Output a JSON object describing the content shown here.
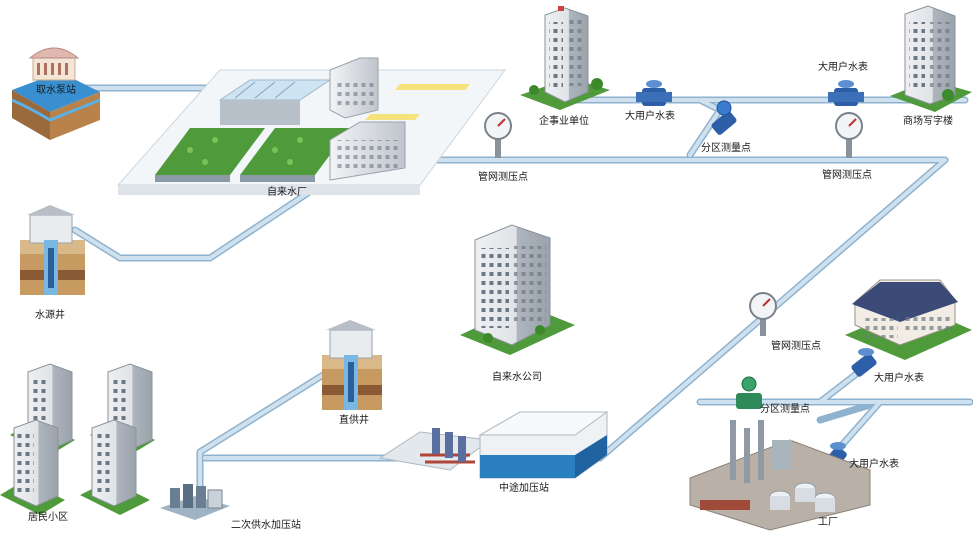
{
  "labels": {
    "intake_station": "取水泵站",
    "water_plant": "自来水厂",
    "source_well": "水源井",
    "enterprise": "企事业单位",
    "big_meter_1": "大用户水表",
    "big_meter_2": "大用户水表",
    "commercial": "商场写字楼",
    "gauge_1": "管网测压点",
    "zone_point_1": "分区测量点",
    "gauge_2": "管网测压点",
    "water_company": "自来水公司",
    "direct_well": "直供井",
    "residential": "居民小区",
    "secondary_station": "二次供水加压站",
    "mid_station": "中途加压站",
    "gauge_3": "管网测压点",
    "big_meter_3": "大用户水表",
    "zone_point_2": "分区测量点",
    "big_meter_4": "大用户水表",
    "factory": "工厂"
  },
  "colors": {
    "pipe": "#b9d3e6",
    "pipe_edge": "#8fb3cf",
    "grass": "#4f9a3a",
    "water": "#2a7fc0",
    "building": "#e6e9ec",
    "meter_blue": "#2d5fa8",
    "meter_green": "#2e8a5a"
  }
}
